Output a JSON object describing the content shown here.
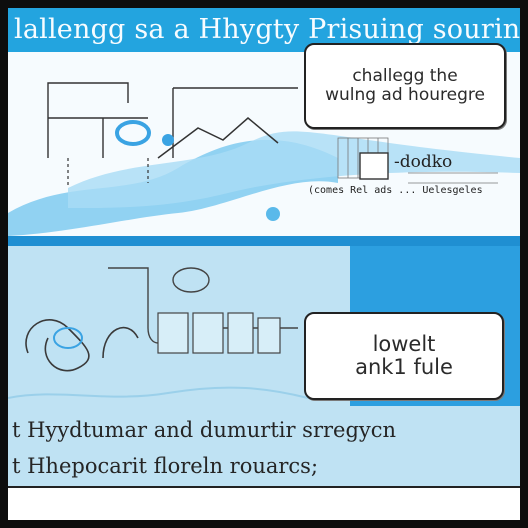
{
  "header": {
    "title": "lallengg sa a Hhygty Prisuing souringie"
  },
  "top_panel": {
    "callout": {
      "line1": "challegg the",
      "line2": "wulng ad houregre"
    },
    "label_right": "-dodko",
    "label_small": "(comes Rel ads ... Uelesgeles"
  },
  "bottom_panel": {
    "callout": {
      "line1": "lowelt",
      "line2": "ank1 fule"
    }
  },
  "captions": {
    "line1": "t Hyydtumar and dumurtir srregycn",
    "line2": "t Hhepocarit floreln rouarcs;"
  },
  "colors": {
    "accent": "#23a4df",
    "panel_blue": "#bfe2f3",
    "sketch_blue": "#5ab9ea"
  }
}
